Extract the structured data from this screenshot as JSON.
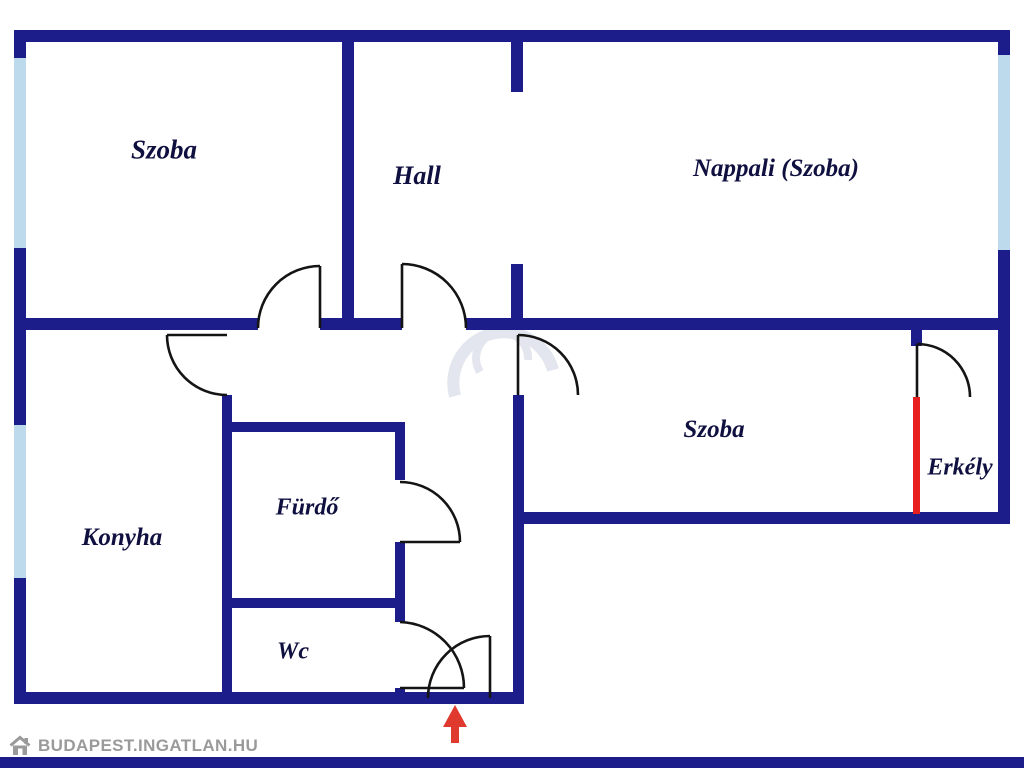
{
  "floorplan": {
    "rooms": [
      {
        "id": "szoba-top",
        "label": "Szoba"
      },
      {
        "id": "hall",
        "label": "Hall"
      },
      {
        "id": "nappali",
        "label": "Nappali (Szoba)"
      },
      {
        "id": "szoba-right",
        "label": "Szoba"
      },
      {
        "id": "erkely",
        "label": "Erkély"
      },
      {
        "id": "konyha",
        "label": "Konyha"
      },
      {
        "id": "furdo",
        "label": "Fürdő"
      },
      {
        "id": "wc",
        "label": "Wc"
      }
    ],
    "colors": {
      "wall": "#1c1c8a",
      "window": "#bdd9ec",
      "balcony_door": "#e81f1f",
      "entrance_arrow": "#e03a2f",
      "door_line": "#141414",
      "label_text": "#101040",
      "watermark_gray": "#9a9a9a"
    }
  },
  "watermark": {
    "text": "BUDAPEST.INGATLAN.HU"
  }
}
